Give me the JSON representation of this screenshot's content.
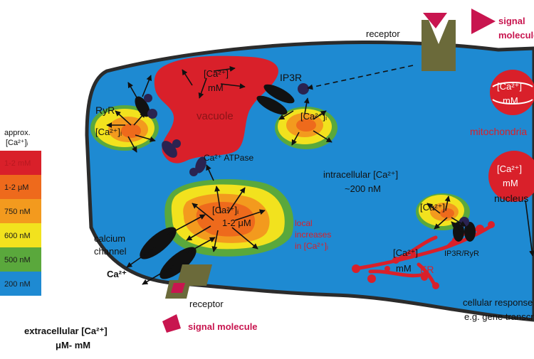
{
  "legend": {
    "title_line1": "approx.",
    "title_line2": "[Ca²⁺]ᵢ",
    "items": [
      {
        "label": "1-2 mM",
        "color": "#d9202a"
      },
      {
        "label": "1-2 μM",
        "color": "#ee6a1c"
      },
      {
        "label": "750 nM",
        "color": "#f39a1e"
      },
      {
        "label": "600 nM",
        "color": "#f2e21e"
      },
      {
        "label": "500 nM",
        "color": "#5aa83c"
      },
      {
        "label": "200 nM",
        "color": "#1e8ad2"
      }
    ]
  },
  "colors": {
    "cell": "#1e8ad2",
    "vacuole": "#d9202a",
    "receptor": "#6b6a3a",
    "signal": "#c8154f",
    "channel": "#111111",
    "pump": "#2a2350",
    "er": "#d9202a"
  },
  "labels": {
    "receptor_top": "receptor",
    "signal_top_line1": "signal",
    "signal_top_line2": "molecule",
    "ip3r": "IP3R",
    "vacuole_conc_line1": "[Ca²⁺]",
    "vacuole_conc_line2": "mM",
    "vacuole": "vacuole",
    "ryr": "RyR",
    "ca_i_left": "[Ca²⁺]ᵢ",
    "ca_i_ip3r": "[Ca²⁺]ᵢ",
    "ca_atpase": "Ca²⁺ ATPase",
    "intracellular_line1": "intracellular [Ca²⁺]",
    "intracellular_line2": "~200 nM",
    "ca_i_center_line1": "[Ca²⁺]ᵢ",
    "ca_i_center_line2": "1-2 μM",
    "local_line1": "local",
    "local_line2": "increases",
    "local_line3": "in [Ca²⁺]ᵢ",
    "ca_i_er": "[Ca²⁺]ᵢ",
    "er_conc_line1": "[Ca²⁺]",
    "er_conc_line2": "mM",
    "er": "ER",
    "ip3r_ryr": "IP3R/RyR",
    "mito_conc_line1": "[Ca²⁺]",
    "mito_conc_line2": "mM",
    "mitochondria": "mitochondria",
    "nucleus_conc_line1": "[Ca²⁺]",
    "nucleus_conc_line2": "mM",
    "nucleus": "nucleus",
    "calcium_channel_line1": "calcium",
    "calcium_channel_line2": "channel",
    "ca2": "Ca²⁺",
    "receptor_bottom": "receptor",
    "signal_bottom": "signal molecule",
    "extracellular_line1": "extracellular [Ca²⁺]",
    "extracellular_line2": "μM- mM",
    "cellular_response_line1": "cellular response",
    "cellular_response_line2": "e.g. gene transcription"
  }
}
